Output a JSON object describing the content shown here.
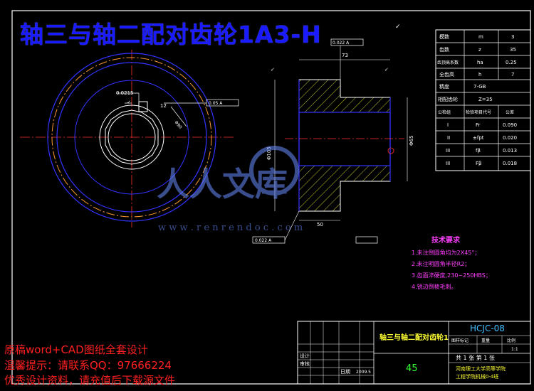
{
  "drawing": {
    "title": "轴三与轴二配对齿轮1A3-H",
    "watermark_site": "w w w . r e n r e n d o c . c o m",
    "watermark_logo": "人人文库"
  },
  "param_table": {
    "rows": [
      {
        "name": "模数",
        "symbol": "m",
        "value": "3"
      },
      {
        "name": "齿数",
        "symbol": "z",
        "value": "35"
      },
      {
        "name": "齿顶高系数",
        "symbol": "ha",
        "value": "0.25"
      },
      {
        "name": "全齿高",
        "symbol": "h",
        "value": "7"
      }
    ],
    "precision": {
      "label": "精度",
      "value": "7-GB"
    },
    "mating_label": "相配齿轮",
    "mating_value": "Z=35",
    "check_headers": [
      "公检组",
      "检验项目代号",
      "公差"
    ],
    "check_rows": [
      {
        "group": "I",
        "code": "Fr",
        "value": "0.090"
      },
      {
        "group": "II",
        "code": "±fpt",
        "value": "0.020"
      },
      {
        "group": "III",
        "code": "fβ",
        "value": "0.013"
      },
      {
        "group": "III",
        "code": "Fβ",
        "value": "0.018"
      }
    ]
  },
  "tech_requirements": {
    "title": "技术要求",
    "items": [
      "1.未注倒圆角均为2X45°；",
      "2.未注明圆角半径R2；",
      "3.齿面淬硬度,230~250HBS；",
      "4.锐边倒棱毛刺。"
    ]
  },
  "title_block": {
    "part_name": "轴三与轴二配对齿轮1",
    "code": "HCJC-08",
    "scale": "1:1",
    "material": "45",
    "sheet_info": "共 1 张  第 1 张",
    "school_line1": "河南理工大学高等学院",
    "school_line2": "工程学院机械0-4班",
    "labels": [
      "设计",
      "审核",
      "日期",
      "图样标记",
      "重量",
      "比例"
    ],
    "date": "2009.5"
  },
  "dimensions": {
    "front_angle_1": "0.022 A",
    "front_angle_2": "0.05 A",
    "keyway": "0.0215",
    "dia_label": "Φ90",
    "side_dim_top": "73",
    "side_dim_bottom": "50",
    "side_dim_left": "Φ105",
    "side_dim_right": "Φ65",
    "tol_top": "0.022 A",
    "tol_bottom": "0.022 A"
  },
  "promo": {
    "line1": "原稿word+CAD图纸全套设计",
    "line2": "温馨提示：请联系QQ：97666224",
    "line3": "优秀设计资料，请充值后下载源文件"
  }
}
